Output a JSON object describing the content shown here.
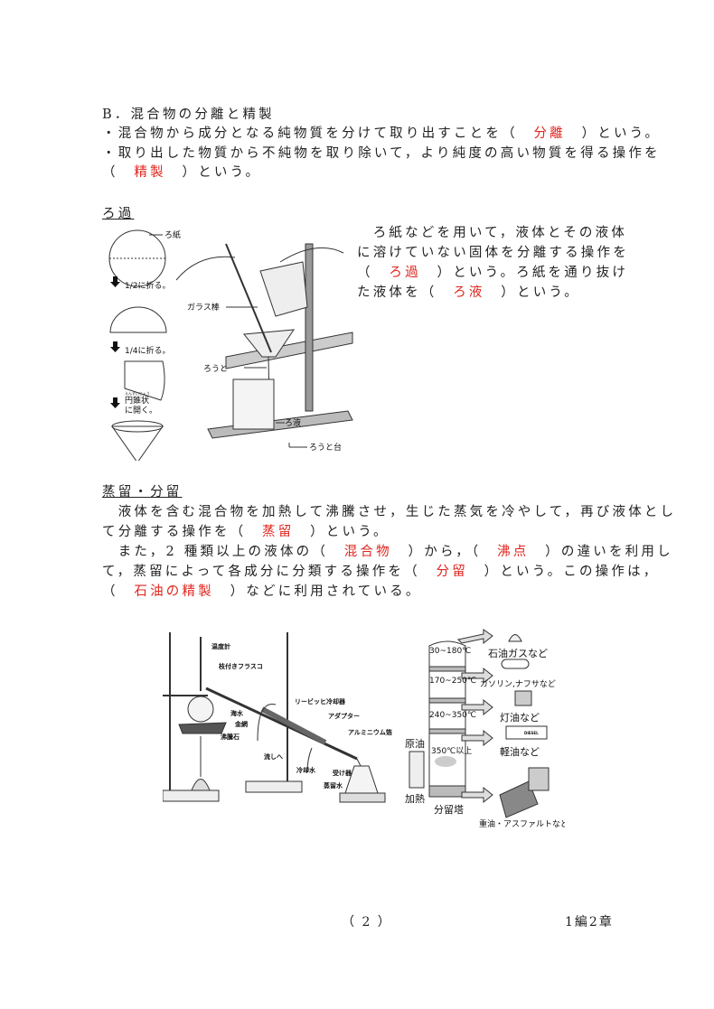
{
  "section_b": {
    "title": "B．混合物の分離と精製",
    "line1": {
      "pre": "・混合物から成分となる純物質を分けて取り出すことを（　",
      "ans": "分離",
      "post": "　）という。"
    },
    "line2": "・取り出した物質から不純物を取り除いて，より純度の高い物質を得る操作を",
    "line3": {
      "pre": "（　",
      "ans": "精製",
      "post": "　）という。"
    }
  },
  "filtration": {
    "heading": "ろ過",
    "p1": "　ろ紙などを用いて，液体とその液体",
    "p2": "に溶けていない固体を分離する操作を",
    "p3": {
      "pre": "（　",
      "ans": "ろ過",
      "post": "　）という。ろ紙を通り抜け"
    },
    "p4": {
      "pre": "た液体を（　",
      "ans": "ろ液",
      "post": "　）という。"
    },
    "figure": {
      "filter_paper": "ろ紙",
      "fold_half": "1/2に折る。",
      "fold_quarter": "1/4に折る。",
      "cone": "円錐状",
      "cone_ruby": "えんすいじょう",
      "open": "に開く。",
      "glass_rod": "ガラス棒",
      "funnel": "ろうと",
      "filtrate": "ろ液",
      "funnel_stand": "ろうと台"
    }
  },
  "distillation": {
    "heading": "蒸留・分留",
    "l1": "　液体を含む混合物を加熱して沸騰させ，生じた蒸気を冷やして，再び液体とし",
    "l2": {
      "pre": "て分離する操作を（　",
      "ans": "蒸留",
      "post": "　）という。"
    },
    "l3": {
      "pre": "　また，2 種類以上の液体の（　",
      "ans1": "混合物",
      "mid": "　）から，（　",
      "ans2": "沸点",
      "post": "　）の違いを利用し"
    },
    "l4": {
      "pre": "て，蒸留によって各成分に分類する操作を（　",
      "ans": "分留",
      "post": "　）という。この操作は，"
    },
    "l5": {
      "pre": "（　",
      "ans": "石油の精製",
      "post": "　）などに利用されている。"
    },
    "apparatus": {
      "thermometer": "温度計",
      "flask": "枝付きフラスコ",
      "seawater": "海水",
      "wire_gauze": "金網",
      "boiling_chips": "沸騰石",
      "liebig": "リービッヒ冷却器",
      "adapter": "アダプター",
      "foil": "アルミニウム箔",
      "to_drain": "流しへ",
      "cooling_water": "冷却水",
      "receiver": "受け器",
      "distilled_water": "蒸留水"
    },
    "tower": {
      "t1": "30~180℃",
      "t2": "170~250℃",
      "t3": "240~350℃",
      "t4": "350℃以上",
      "crude": "原油",
      "heat": "加熱",
      "tower": "分留塔",
      "p1": "石油ガスなど",
      "p2": "ガソリン,ナフサなど",
      "p3": "灯油など",
      "p4": "軽油など",
      "p5": "重油・アスファルトなど",
      "truck": "DIESEL"
    }
  },
  "footer": {
    "page": "（ 2 ）",
    "chapter": "1編2章"
  }
}
